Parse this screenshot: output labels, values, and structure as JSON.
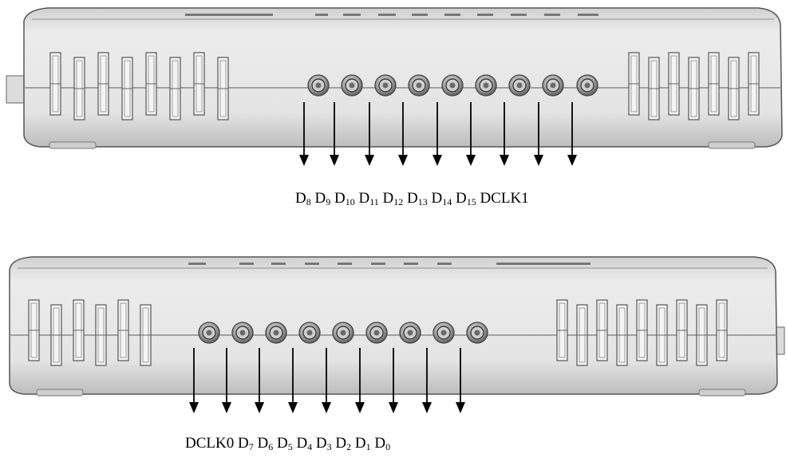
{
  "top_device": {
    "labels": [
      {
        "base": "D",
        "sub": "8"
      },
      {
        "base": "D",
        "sub": "9"
      },
      {
        "base": "D",
        "sub": "10"
      },
      {
        "base": "D",
        "sub": "11"
      },
      {
        "base": "D",
        "sub": "12"
      },
      {
        "base": "D",
        "sub": "13"
      },
      {
        "base": "D",
        "sub": "14"
      },
      {
        "base": "D",
        "sub": "15"
      },
      {
        "base": "DCLK1",
        "sub": ""
      }
    ]
  },
  "bottom_device": {
    "labels": [
      {
        "base": "DCLK0",
        "sub": ""
      },
      {
        "base": "D",
        "sub": "7"
      },
      {
        "base": "D",
        "sub": "6"
      },
      {
        "base": "D",
        "sub": "5"
      },
      {
        "base": "D",
        "sub": "4"
      },
      {
        "base": "D",
        "sub": "3"
      },
      {
        "base": "D",
        "sub": "2"
      },
      {
        "base": "D",
        "sub": "1"
      },
      {
        "base": "D",
        "sub": "0"
      }
    ]
  },
  "colors": {
    "body_fill": "#e6e6e6",
    "body_top": "#d2d2d2",
    "outline": "#4a4a4a",
    "connector_outer": "#9a9a9a",
    "connector_inner": "#3c3c3c",
    "arrow": "#000000"
  }
}
